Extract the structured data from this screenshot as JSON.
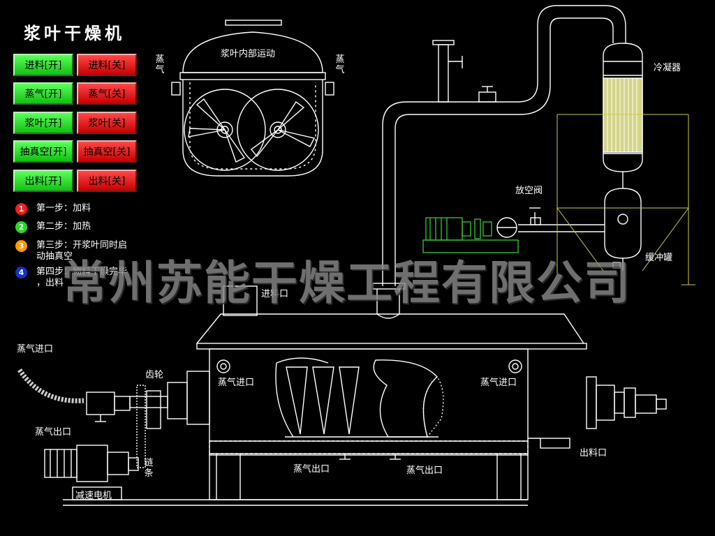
{
  "title": "浆叶干燥机",
  "buttons": [
    {
      "on": "进料[开]",
      "off": "进料[关]"
    },
    {
      "on": "蒸气[开]",
      "off": "蒸气[关]"
    },
    {
      "on": "浆叶[开]",
      "off": "浆叶[关]"
    },
    {
      "on": "抽真空[开]",
      "off": "抽真空[关]"
    },
    {
      "on": "出料[开]",
      "off": "出料[关]"
    }
  ],
  "steps": [
    {
      "num": "1",
      "text": "第一步：加料",
      "color": "#ff1a1a"
    },
    {
      "num": "2",
      "text": "第二步：加热",
      "color": "#22dd22"
    },
    {
      "num": "3",
      "text": "第三步：开浆叶同时启\n动抽真空",
      "color": "#ff9900"
    },
    {
      "num": "4",
      "text": "第四步：物料干燥完毕\n，出料",
      "color": "#1133cc"
    }
  ],
  "labels": {
    "inner_motion": "浆叶内部运动",
    "steam_left": "蒸气",
    "steam_right": "蒸气",
    "condenser": "冷凝器",
    "vent_valve": "放空阀",
    "buffer_tank": "缓冲罐",
    "feed_inlet": "进料口",
    "steam_inlet_outer": "蒸气进口",
    "gear": "齿轮",
    "steam_inlet_left": "蒸气进口",
    "steam_inlet_right": "蒸气进口",
    "steam_outlet_left": "蒸气出口",
    "chain": "链条",
    "steam_outlet_bottom1": "蒸气出口",
    "steam_outlet_bottom2": "蒸气出口",
    "discharge": "出料口",
    "motor": "减速电机"
  },
  "watermark": "常州苏能干燥工程有限公司",
  "colors": {
    "on": "#22dd22",
    "off": "#e00000",
    "line": "#ffffff",
    "frame": "#cccc44",
    "equip": "#33cc33"
  }
}
